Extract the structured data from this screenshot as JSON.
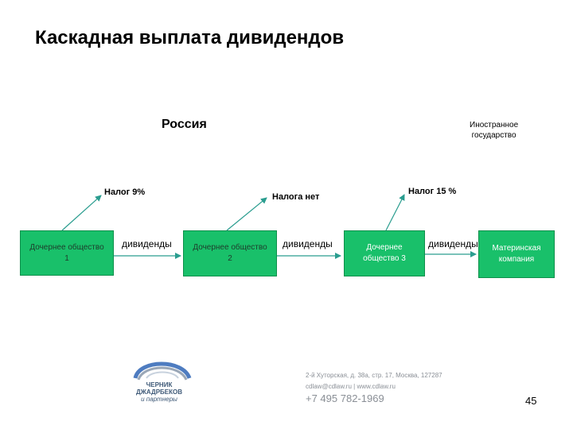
{
  "title": "Каскадная выплата дивидендов",
  "regions": {
    "russia": "Россия",
    "foreign": [
      "Иностранное",
      "государство"
    ]
  },
  "taxes": [
    "Налог 9%",
    "Налога нет",
    "Налог 15 %"
  ],
  "dividends_label": "дивиденды",
  "boxes": [
    {
      "lines": [
        "Дочернее общество",
        "1"
      ]
    },
    {
      "lines": [
        "Дочернее общество",
        "2"
      ]
    },
    {
      "lines": [
        "Дочернее",
        "общество 3"
      ]
    },
    {
      "lines": [
        "Материнская",
        "компания"
      ]
    }
  ],
  "colors": {
    "box_fill": "#19c06a",
    "arrow": "#2a9d8f"
  },
  "logo": {
    "name_lines": [
      "ЧЕРНИК",
      "ДЖАДРБЕКОВ"
    ],
    "sub": "и партнеры"
  },
  "footer": {
    "address": "2-й Хуторская, д. 38а, стр. 17, Москва, 127287",
    "email_web": "cdlaw@cdlaw.ru | www.cdlaw.ru",
    "phone": "+7 495 782-1969"
  },
  "page_number": "45"
}
